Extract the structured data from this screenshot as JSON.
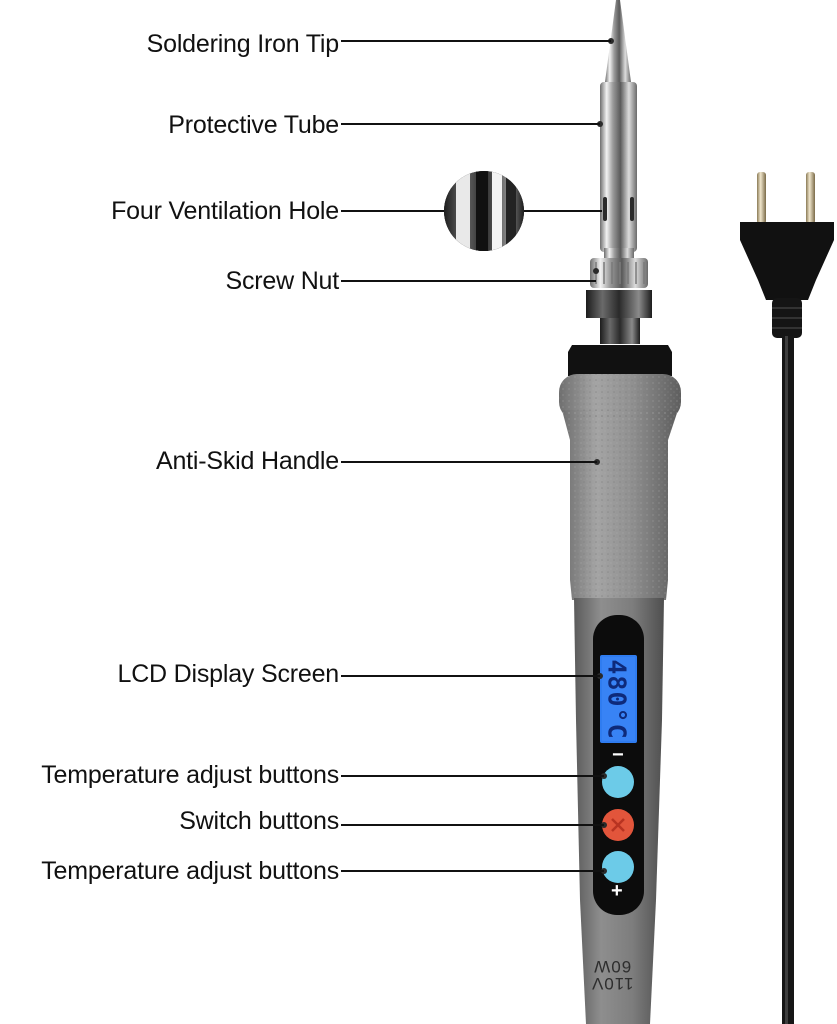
{
  "labels": [
    {
      "text": "Soldering Iron Tip"
    },
    {
      "text": "Protective Tube"
    },
    {
      "text": "Four Ventilation Hole"
    },
    {
      "text": "Screw Nut"
    },
    {
      "text": "Anti-Skid Handle"
    },
    {
      "text": "LCD Display Screen"
    },
    {
      "text": "Temperature adjust buttons"
    },
    {
      "text": "Switch buttons"
    },
    {
      "text": "Temperature adjust buttons"
    }
  ],
  "lcd": {
    "reading": "480°C"
  },
  "buttons": {
    "minus": "−",
    "plus": "+"
  },
  "rating": {
    "voltage": "110V",
    "power": "60W"
  },
  "colors": {
    "handle_grip": "#8e8e8e",
    "body": "#7a7a7a",
    "lcd": "#2f7cf0",
    "button_blue": "#6ccbe8",
    "button_red": "#e2553b"
  }
}
